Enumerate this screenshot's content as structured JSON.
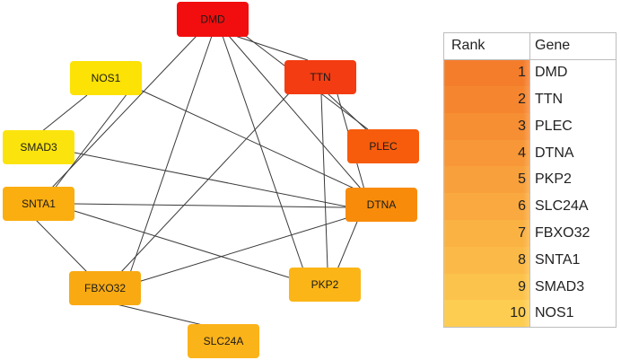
{
  "network": {
    "nodes": [
      {
        "id": "DMD",
        "label": "DMD",
        "color": "#f20e0e"
      },
      {
        "id": "TTN",
        "label": "TTN",
        "color": "#f43c12"
      },
      {
        "id": "PLEC",
        "label": "PLEC",
        "color": "#f65c0c"
      },
      {
        "id": "NOS1",
        "label": "NOS1",
        "color": "#fce205"
      },
      {
        "id": "SMAD3",
        "label": "SMAD3",
        "color": "#fbe40d"
      },
      {
        "id": "SNTA1",
        "label": "SNTA1",
        "color": "#fbae10"
      },
      {
        "id": "DTNA",
        "label": "DTNA",
        "color": "#f88c0a"
      },
      {
        "id": "FBXO32",
        "label": "FBXO32",
        "color": "#f9aa12"
      },
      {
        "id": "PKP2",
        "label": "PKP2",
        "color": "#fbb516"
      },
      {
        "id": "SLC24A",
        "label": "SLC24A",
        "color": "#fbb31a"
      }
    ],
    "edges": [
      [
        "DMD",
        "TTN"
      ],
      [
        "DMD",
        "PLEC"
      ],
      [
        "DMD",
        "DTNA"
      ],
      [
        "DMD",
        "SNTA1"
      ],
      [
        "DMD",
        "FBXO32"
      ],
      [
        "DMD",
        "PKP2"
      ],
      [
        "TTN",
        "PLEC"
      ],
      [
        "TTN",
        "DTNA"
      ],
      [
        "TTN",
        "PKP2"
      ],
      [
        "TTN",
        "FBXO32"
      ],
      [
        "NOS1",
        "SMAD3"
      ],
      [
        "NOS1",
        "DTNA"
      ],
      [
        "NOS1",
        "FBXO32"
      ],
      [
        "SMAD3",
        "DTNA"
      ],
      [
        "SNTA1",
        "DTNA"
      ],
      [
        "SNTA1",
        "PKP2"
      ],
      [
        "SNTA1",
        "FBXO32"
      ],
      [
        "DTNA",
        "PKP2"
      ],
      [
        "DTNA",
        "FBXO32"
      ],
      [
        "FBXO32",
        "SLC24A"
      ]
    ]
  },
  "table": {
    "headers": {
      "rank": "Rank",
      "gene": "Gene"
    },
    "rows": [
      {
        "rank": "1",
        "gene": "DMD",
        "color": "#f47d2c"
      },
      {
        "rank": "2",
        "gene": "TTN",
        "color": "#f5862f"
      },
      {
        "rank": "3",
        "gene": "PLEC",
        "color": "#f68e33"
      },
      {
        "rank": "4",
        "gene": "DTNA",
        "color": "#f79737"
      },
      {
        "rank": "5",
        "gene": "PKP2",
        "color": "#f8a03b"
      },
      {
        "rank": "6",
        "gene": "SLC24A",
        "color": "#f9a93f"
      },
      {
        "rank": "7",
        "gene": "FBXO32",
        "color": "#fab243"
      },
      {
        "rank": "8",
        "gene": "SNTA1",
        "color": "#fbba48"
      },
      {
        "rank": "9",
        "gene": "SMAD3",
        "color": "#fcc34c"
      },
      {
        "rank": "10",
        "gene": "NOS1",
        "color": "#fdcd52"
      }
    ]
  }
}
